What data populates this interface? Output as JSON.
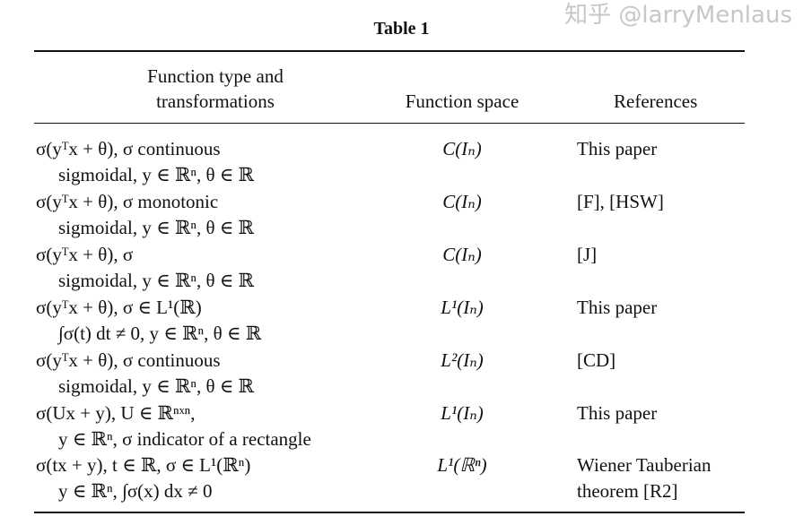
{
  "table": {
    "title": "Table 1",
    "headers": {
      "col1_line1": "Function type and",
      "col1_line2": "transformations",
      "col2": "Function space",
      "col3": "References"
    },
    "rows": [
      {
        "line1": "σ(yᵀx + θ), σ continuous",
        "line2": "sigmoidal, y ∈ ℝⁿ, θ ∈ ℝ",
        "space": "C(Iₙ)",
        "ref": "This paper",
        "ref2": ""
      },
      {
        "line1": "σ(yᵀx + θ), σ monotonic",
        "line2": "sigmoidal, y ∈ ℝⁿ, θ ∈ ℝ",
        "space": "C(Iₙ)",
        "ref": "[F], [HSW]",
        "ref2": ""
      },
      {
        "line1": "σ(yᵀx + θ), σ",
        "line2": "sigmoidal, y ∈ ℝⁿ, θ ∈ ℝ",
        "space": "C(Iₙ)",
        "ref": "[J]",
        "ref2": ""
      },
      {
        "line1": "σ(yᵀx + θ), σ ∈ L¹(ℝ)",
        "line2": "∫σ(t) dt ≠ 0, y ∈ ℝⁿ, θ ∈ ℝ",
        "space": "L¹(Iₙ)",
        "ref": "This paper",
        "ref2": ""
      },
      {
        "line1": "σ(yᵀx + θ), σ continuous",
        "line2": "sigmoidal, y ∈ ℝⁿ, θ ∈ ℝ",
        "space": "L²(Iₙ)",
        "ref": "[CD]",
        "ref2": ""
      },
      {
        "line1": "σ(Ux + y), U ∈ ℝⁿˣⁿ,",
        "line2": "y ∈ ℝⁿ, σ indicator of a rectangle",
        "space": "L¹(Iₙ)",
        "ref": "This paper",
        "ref2": ""
      },
      {
        "line1": "σ(tx + y), t ∈ ℝ, σ ∈ L¹(ℝⁿ)",
        "line2": "y ∈ ℝⁿ, ∫σ(x) dx ≠ 0",
        "space": "L¹(ℝⁿ)",
        "ref": "Wiener Tauberian",
        "ref2": "theorem [R2]"
      }
    ]
  },
  "watermark": "知乎 @larryMenlaus"
}
